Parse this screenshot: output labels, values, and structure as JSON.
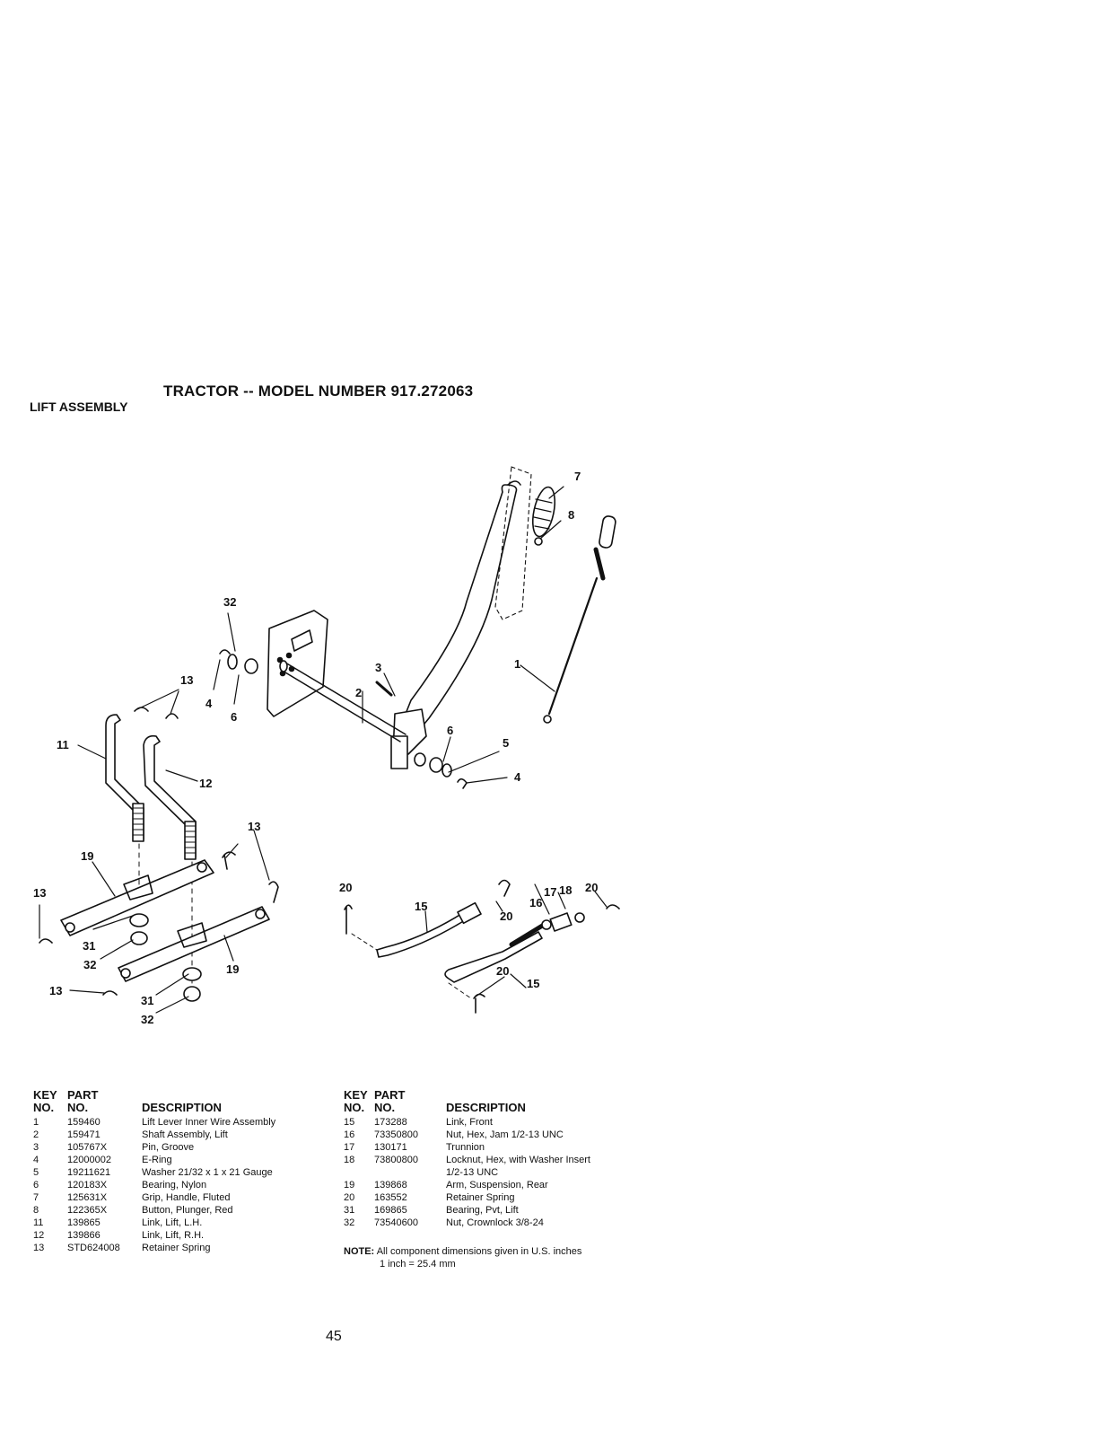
{
  "title": "TRACTOR -- MODEL NUMBER 917.272063",
  "section": "LIFT ASSEMBLY",
  "callouts": [
    "1",
    "2",
    "3",
    "4",
    "5",
    "6",
    "7",
    "8",
    "11",
    "12",
    "13",
    "15",
    "16",
    "17",
    "18",
    "19",
    "20",
    "31",
    "32"
  ],
  "table_headers": {
    "key_top": "KEY",
    "key_bottom": "NO.",
    "part_top": "PART",
    "part_bottom": "NO.",
    "description": "DESCRIPTION"
  },
  "parts_left": [
    {
      "key": "1",
      "part": "159460",
      "desc": "Lift Lever Inner Wire Assembly"
    },
    {
      "key": "2",
      "part": "159471",
      "desc": "Shaft Assembly, Lift"
    },
    {
      "key": "3",
      "part": "105767X",
      "desc": "Pin, Groove"
    },
    {
      "key": "4",
      "part": "12000002",
      "desc": "E-Ring"
    },
    {
      "key": "5",
      "part": "19211621",
      "desc": "Washer 21/32 x 1 x 21 Gauge"
    },
    {
      "key": "6",
      "part": "120183X",
      "desc": "Bearing, Nylon"
    },
    {
      "key": "7",
      "part": "125631X",
      "desc": "Grip, Handle, Fluted"
    },
    {
      "key": "8",
      "part": "122365X",
      "desc": "Button, Plunger, Red"
    },
    {
      "key": "11",
      "part": "139865",
      "desc": "Link, Lift, L.H."
    },
    {
      "key": "12",
      "part": "139866",
      "desc": "Link, Lift, R.H."
    },
    {
      "key": "13",
      "part": "STD624008",
      "desc": "Retainer Spring"
    }
  ],
  "parts_right": [
    {
      "key": "15",
      "part": "173288",
      "desc": "Link, Front"
    },
    {
      "key": "16",
      "part": "73350800",
      "desc": "Nut, Hex, Jam 1/2-13 UNC"
    },
    {
      "key": "17",
      "part": "130171",
      "desc": "Trunnion"
    },
    {
      "key": "18",
      "part": "73800800",
      "desc": "Locknut, Hex, with Washer Insert",
      "desc2": "1/2-13 UNC"
    },
    {
      "key": "19",
      "part": "139868",
      "desc": "Arm, Suspension, Rear"
    },
    {
      "key": "20",
      "part": "163552",
      "desc": "Retainer Spring"
    },
    {
      "key": "31",
      "part": "169865",
      "desc": "Bearing, Pvt, Lift"
    },
    {
      "key": "32",
      "part": "73540600",
      "desc": "Nut, Crownlock 3/8-24"
    }
  ],
  "note_label": "NOTE:",
  "note_text": "All component dimensions given in U.S. inches",
  "note_line2": "1 inch = 25.4 mm",
  "page_number": "45"
}
